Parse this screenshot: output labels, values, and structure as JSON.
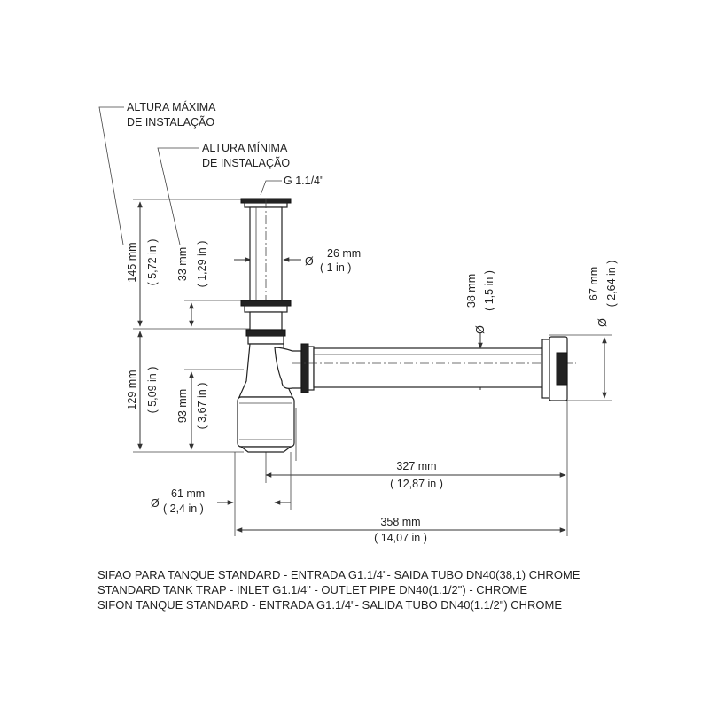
{
  "labels": {
    "max_height_line1": "ALTURA MÁXIMA",
    "max_height_line2": "DE INSTALAÇÃO",
    "min_height_line1": "ALTURA MÍNIMA",
    "min_height_line2": "DE INSTALAÇÃO",
    "thread": "G 1.1/4\""
  },
  "dimensions": {
    "d145_mm": "145 mm",
    "d145_in": "( 5,72 in )",
    "d33_mm": "33 mm",
    "d33_in": "( 1,29 in )",
    "d129_mm": "129 mm",
    "d129_in": "( 5,09 in )",
    "d93_mm": "93 mm",
    "d93_in": "( 3,67 in )",
    "dia26_mm": "26 mm",
    "dia26_in": "( 1 in )",
    "dia38_mm": "38 mm",
    "dia38_in": "( 1,5 in )",
    "dia67_mm": "67 mm",
    "dia67_in": "( 2,64 in )",
    "dia61_mm": "61 mm",
    "dia61_in": "( 2,4 in )",
    "len327_mm": "327 mm",
    "len327_in": "( 12,87 in )",
    "len358_mm": "358 mm",
    "len358_in": "( 14,07 in )",
    "dia_symbol": "Ø"
  },
  "caption": {
    "line1": "SIFAO PARA TANQUE STANDARD - ENTRADA G1.1/4\"- SAIDA TUBO DN40(38,1) CHROME",
    "line2": "STANDARD TANK TRAP - INLET G1.1/4\" - OUTLET PIPE DN40(1.1/2\") - CHROME",
    "line3": "SIFON TANQUE STANDARD - ENTRADA G1.1/4\"- SALIDA TUBO DN40(1.1/2\") CHROME"
  }
}
